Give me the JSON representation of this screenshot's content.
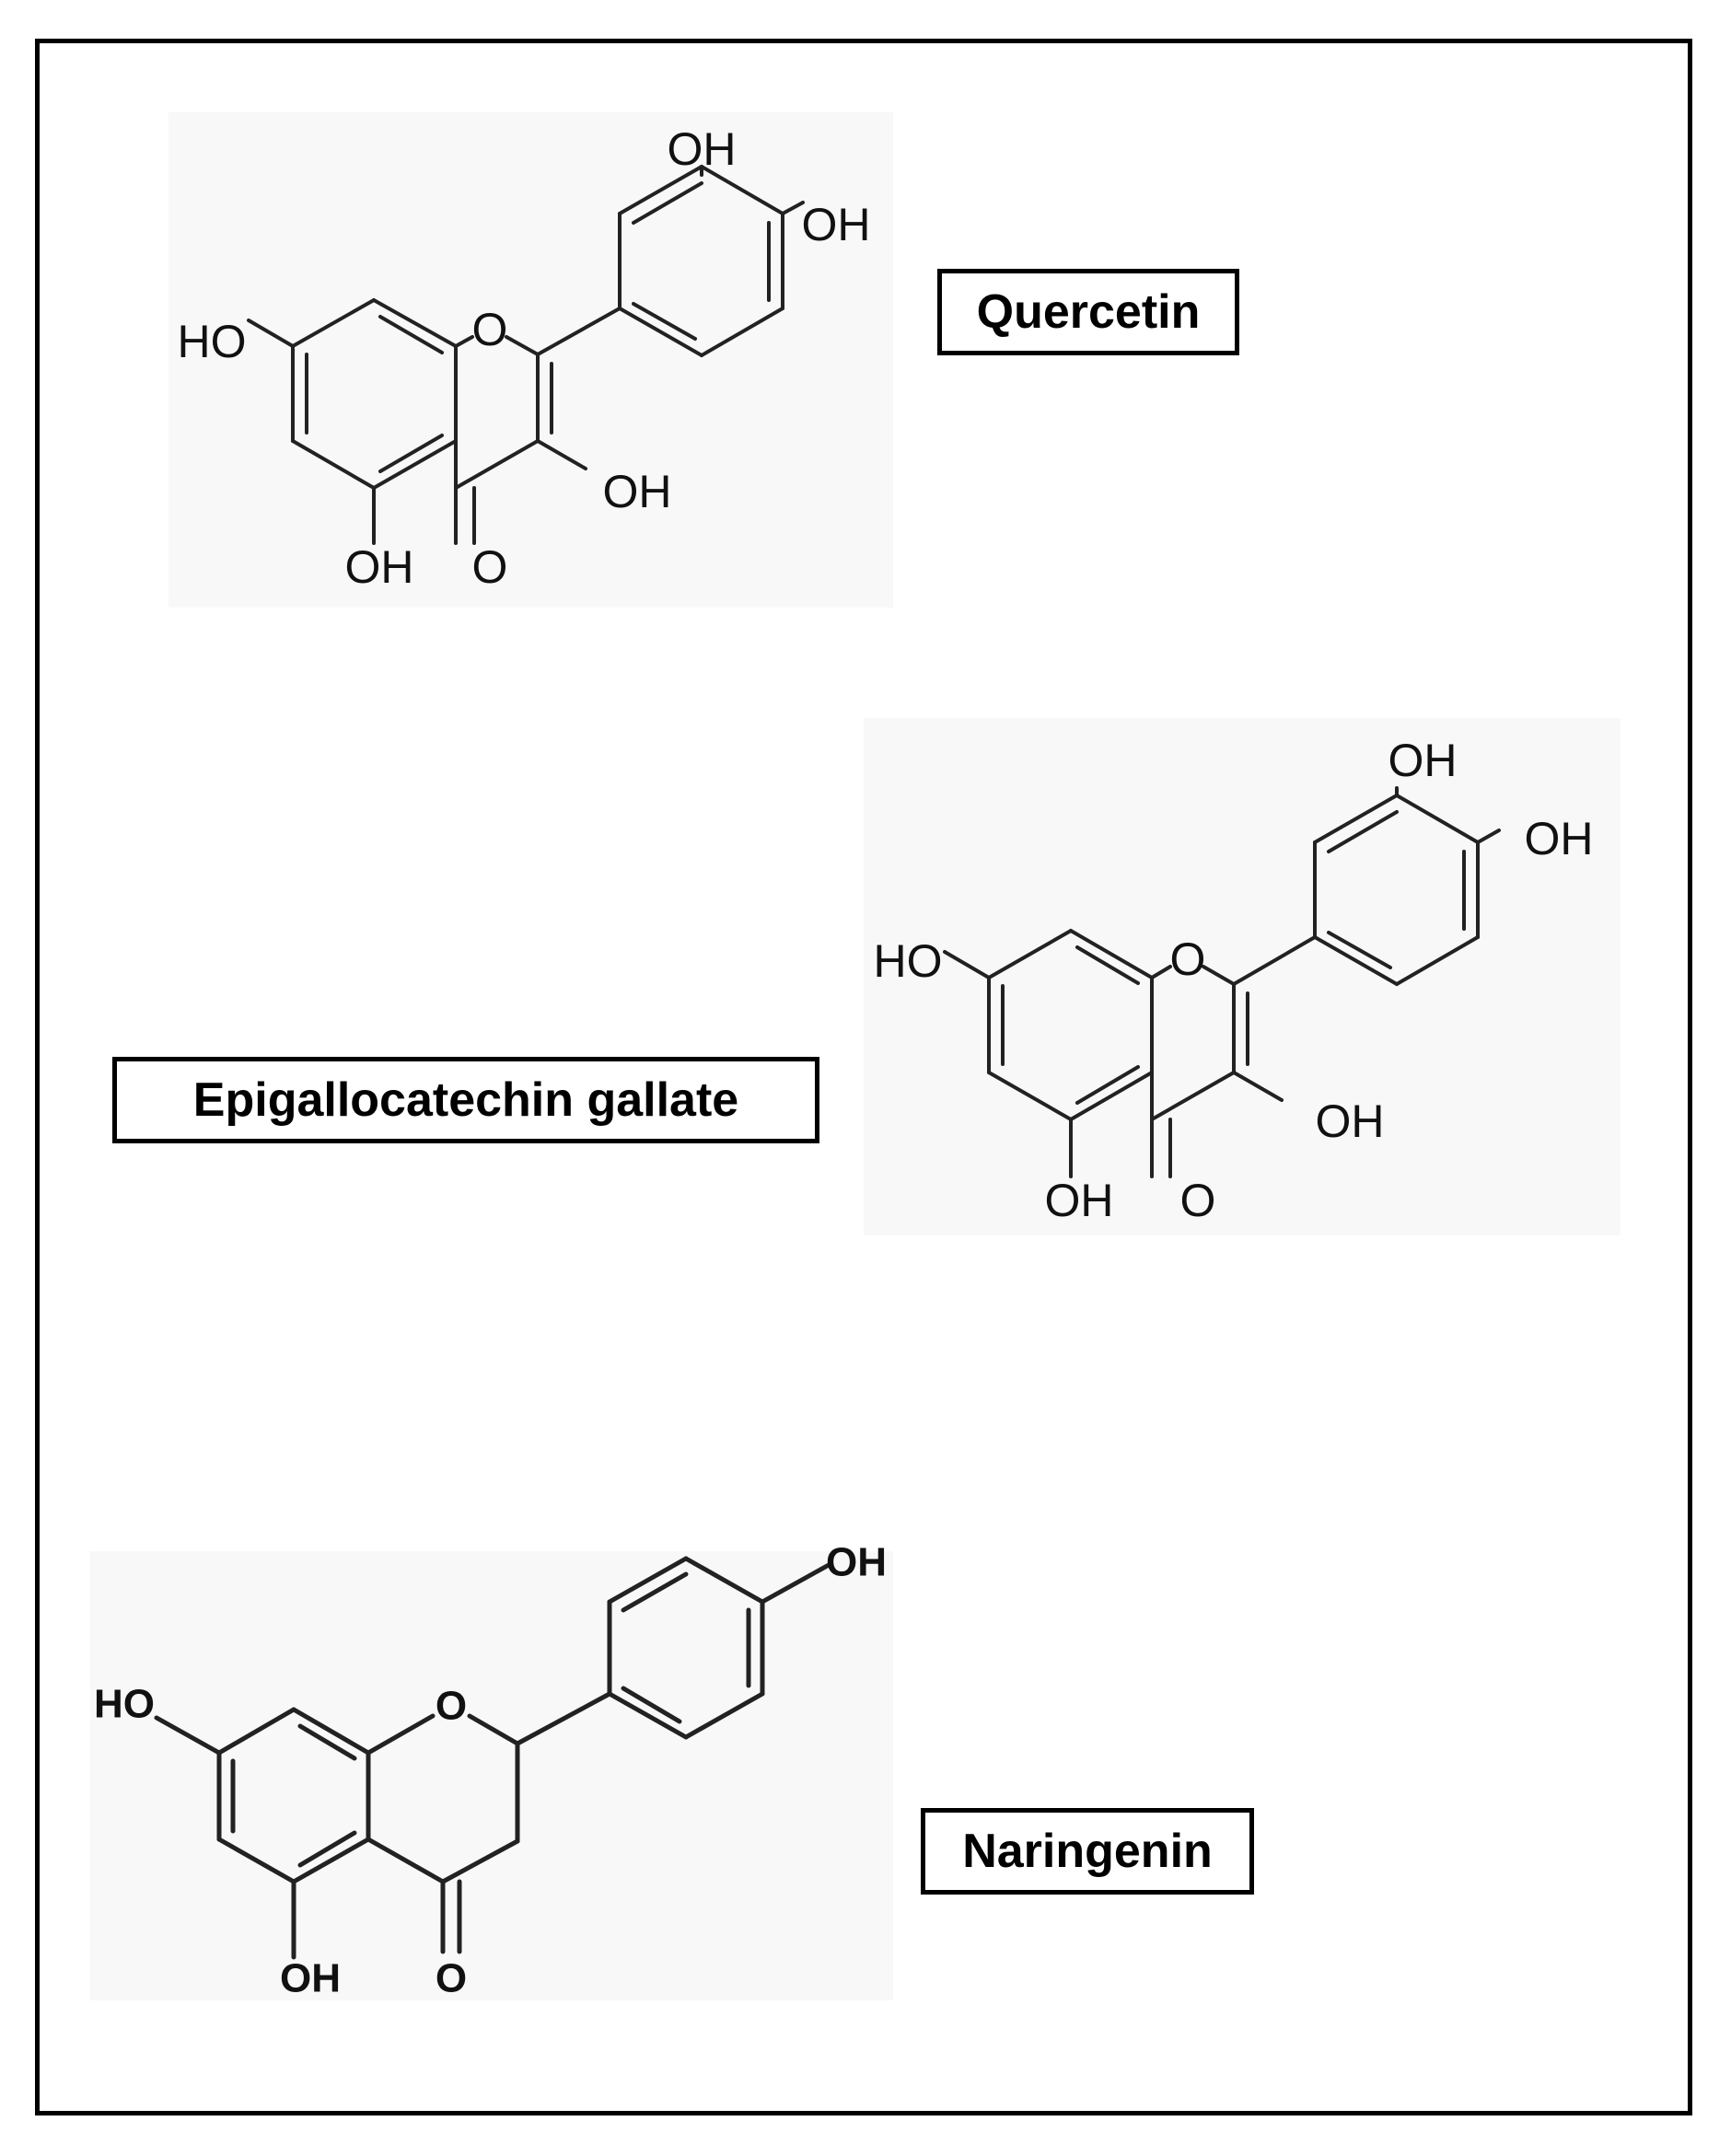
{
  "compounds": [
    {
      "name": "Quercetin"
    },
    {
      "name": "Epigallocatechin gallate"
    },
    {
      "name": "Naringenin"
    }
  ],
  "atom_labels": {
    "hydroxyl": "OH",
    "hydroxyl_left": "HO",
    "ring_oxygen": "O",
    "carbonyl_oxygen": "O"
  }
}
